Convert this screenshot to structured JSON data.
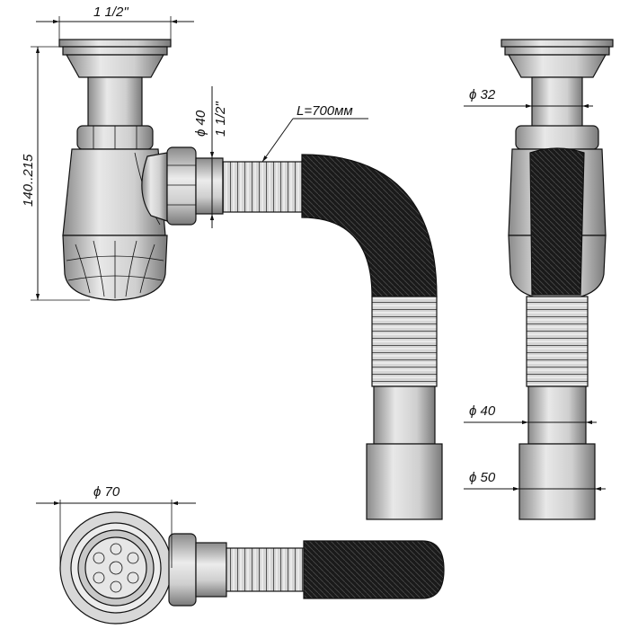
{
  "drawing": {
    "dims": {
      "top_width": "1 1/2\"",
      "height_range": "140..215",
      "diam_40_left": "ϕ 40",
      "thread_left": "1 1/2\"",
      "length": "L=700мм",
      "diam_32": "ϕ 32",
      "diam_40_right": "ϕ 40",
      "diam_50": "ϕ 50",
      "diam_70": "ϕ 70"
    },
    "colors": {
      "hose_dark": "#1a1a1a",
      "body_gray": "#d0d0d0",
      "line": "#111111"
    }
  }
}
